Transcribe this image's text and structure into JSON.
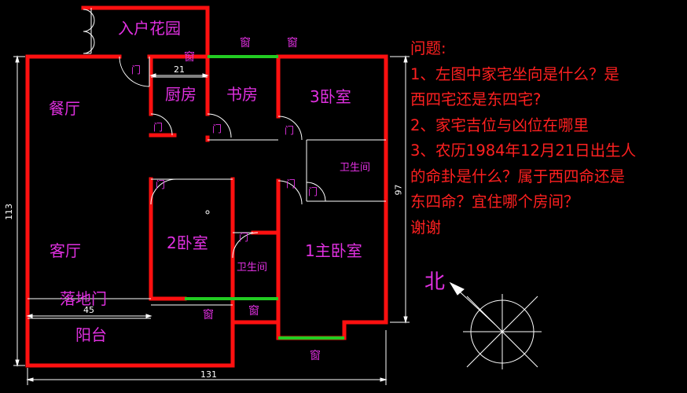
{
  "colors": {
    "wall": "#ff1010",
    "window": "#22cc22",
    "line": "#ffffff",
    "label": "#e030e0",
    "text": "#ff2020"
  },
  "rooms": {
    "garden": "入户花园",
    "dining": "餐厅",
    "kitchen": "厨房",
    "study": "书房",
    "bedroom3": "3卧室",
    "living": "客厅",
    "bedroom2": "2卧室",
    "master": "1主卧室",
    "bath1": "卫生间",
    "bath2": "卫生间",
    "balcony": "阳台",
    "glass_door": "落地门"
  },
  "doors": {
    "label": "门"
  },
  "windows": {
    "label": "窗"
  },
  "dimensions": {
    "kitchen_width": "21",
    "balcony_width": "45",
    "total_width": "131",
    "total_height": "113",
    "right_height": "97"
  },
  "questions": {
    "title": "问题:",
    "lines": [
      "1、左图中家宅坐向是什么？是",
      "西四宅还是东四宅?",
      "2、家宅吉位与凶位在哪里",
      "3、农历1984年12月21日出生人",
      "的命卦是什么？属于西四命还是",
      "东四命？宜住哪个房间？",
      "谢谢"
    ]
  },
  "compass": {
    "north_label": "北"
  }
}
